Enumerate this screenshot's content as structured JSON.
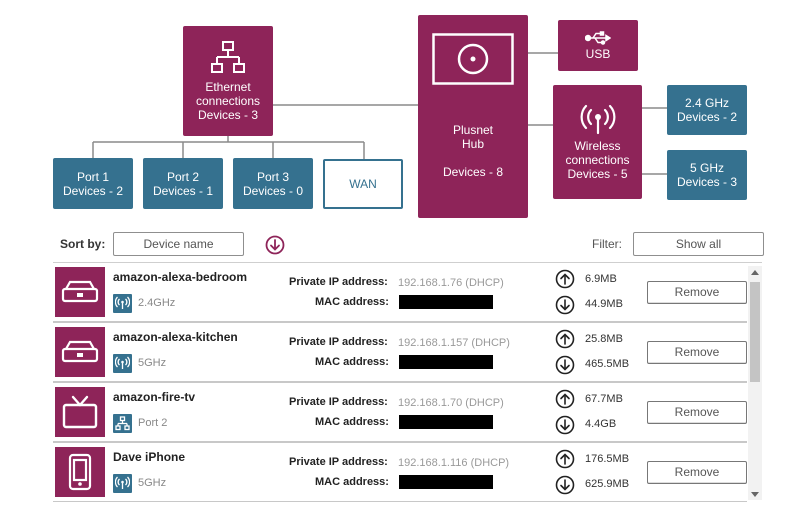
{
  "topology": {
    "ethernet": {
      "line1": "Ethernet",
      "line2": "connections",
      "line3": "Devices - 3"
    },
    "ports": [
      {
        "name": "Port 1",
        "devices": "Devices - 2"
      },
      {
        "name": "Port 2",
        "devices": "Devices - 1"
      },
      {
        "name": "Port 3",
        "devices": "Devices - 0"
      }
    ],
    "wan": "WAN",
    "hub": {
      "line1": "Plusnet",
      "line2": "Hub",
      "line3": "Devices - 8"
    },
    "usb": "USB",
    "wireless": {
      "line1": "Wireless",
      "line2": "connections",
      "line3": "Devices - 5"
    },
    "bands": [
      {
        "name": "2.4 GHz",
        "devices": "Devices - 2"
      },
      {
        "name": "5 GHz",
        "devices": "Devices - 3"
      }
    ]
  },
  "sort": {
    "label": "Sort by:",
    "value": "Device name"
  },
  "filter": {
    "label": "Filter:",
    "value": "Show all"
  },
  "labels": {
    "ip": "Private IP address:",
    "mac": "MAC address:",
    "remove": "Remove"
  },
  "devices": [
    {
      "name": "amazon-alexa-bedroom",
      "icon": "echo-device-icon",
      "connection_icon": "wifi-icon",
      "connection": "2.4GHz",
      "ip": "192.168.1.76 (DHCP)",
      "upload": "6.9MB",
      "download": "44.9MB"
    },
    {
      "name": "amazon-alexa-kitchen",
      "icon": "echo-device-icon",
      "connection_icon": "wifi-icon",
      "connection": "5GHz",
      "ip": "192.168.1.157 (DHCP)",
      "upload": "25.8MB",
      "download": "465.5MB"
    },
    {
      "name": "amazon-fire-tv",
      "icon": "tv-icon",
      "connection_icon": "ethernet-icon",
      "connection": "Port 2",
      "ip": "192.168.1.70 (DHCP)",
      "upload": "67.7MB",
      "download": "4.4GB"
    },
    {
      "name": "Dave iPhone",
      "icon": "phone-icon",
      "connection_icon": "wifi-icon",
      "connection": "5GHz",
      "ip": "192.168.1.116 (DHCP)",
      "upload": "176.5MB",
      "download": "625.9MB"
    }
  ],
  "colors": {
    "maroon": "#8e2459",
    "teal": "#35718f",
    "line": "#888888"
  }
}
